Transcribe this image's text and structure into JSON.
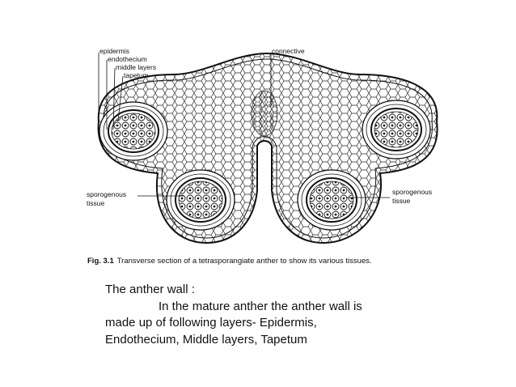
{
  "figure": {
    "labels": {
      "epidermis": "epidermis",
      "endothecium": "endothecium",
      "middle_layers": "middle layers",
      "tapetum": "tapetum",
      "connective": "connective",
      "sporogenous_left_1": "sporogenous",
      "sporogenous_left_2": "tissue",
      "sporogenous_right_1": "sporogenous",
      "sporogenous_right_2": "tissue"
    },
    "caption_number": "Fig. 3.1",
    "caption_text": "Transverse section of a tetrasporangiate anther to show its various tissues."
  },
  "notes": {
    "heading": "The anther wall :",
    "line1": "In the mature anther the anther wall is",
    "line2": "made up of following layers- Epidermis,",
    "line3": "Endothecium, Middle layers, Tapetum"
  }
}
